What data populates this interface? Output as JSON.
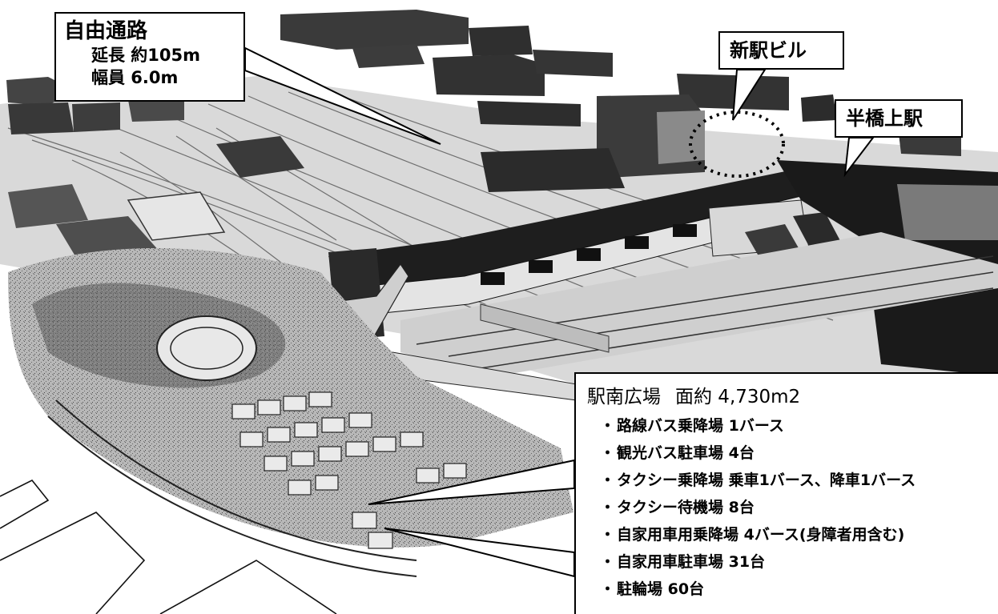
{
  "callouts": {
    "free_passage": {
      "title": "自由通路",
      "length": "延長 約105m",
      "width": "幅員 6.0m"
    },
    "new_station_building": {
      "title": "新駅ビル"
    },
    "hanbashi_station": {
      "title": "半橋上駅"
    },
    "south_plaza": {
      "title": "駅南広場",
      "area": "面約 4,730m2",
      "items": [
        "路線バス乗降場 1バース",
        "観光バス駐車場 4台",
        "タクシー乗降場 乗車1バース、降車1バース",
        "タクシー待機場 8台",
        "自家用車用乗降場 4バース(身障者用含む)",
        "自家用車駐車場 31台",
        "駐輪場 60台"
      ]
    }
  },
  "colors": {
    "background": "#ffffff",
    "ink": "#000000",
    "ground_gray": "#a9a9a9",
    "rail_gray": "#8c8c8c"
  }
}
